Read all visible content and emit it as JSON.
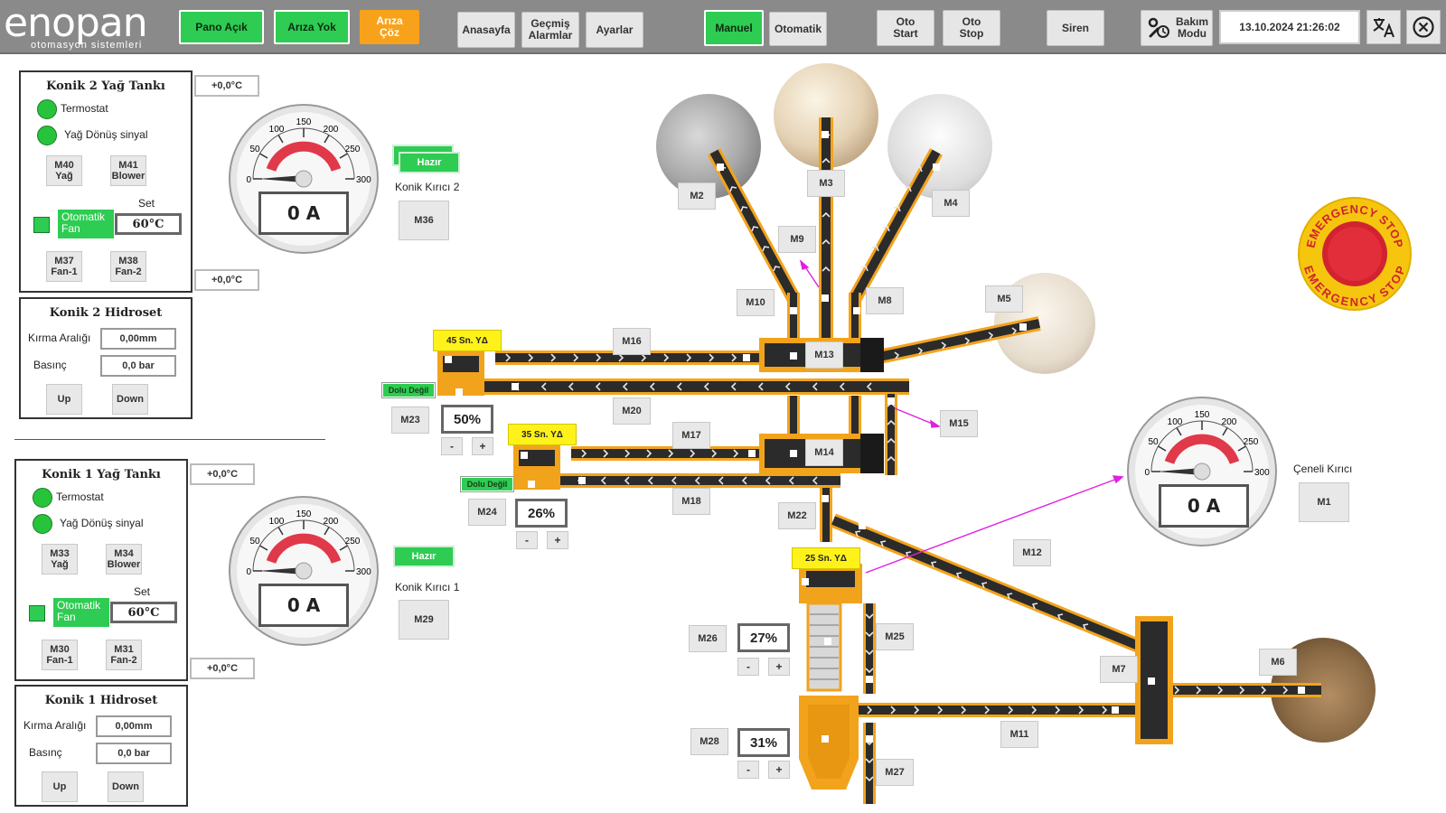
{
  "header": {
    "logo_text": "enopan",
    "logo_subtext": "otomasyon sistemleri",
    "pano": "Pano Açık",
    "ariza": "Arıza Yok",
    "ariza_coz_1": "Arıza",
    "ariza_coz_2": "Çöz",
    "anasayfa": "Anasayfa",
    "gecmis_1": "Geçmiş",
    "gecmis_2": "Alarmlar",
    "ayarlar": "Ayarlar",
    "manuel": "Manuel",
    "otomatik": "Otomatik",
    "oto_start_1": "Oto",
    "oto_start_2": "Start",
    "oto_stop_1": "Oto",
    "oto_stop_2": "Stop",
    "siren": "Siren",
    "bakim_1": "Bakım",
    "bakim_2": "Modu",
    "datetime": "13.10.2024 21:26:02",
    "translate_icon": "translate-icon",
    "close_icon": "close-icon"
  },
  "k2_tank": {
    "title": "Konik 2 Yağ Tankı",
    "termostat": "Termostat",
    "yag_donus": "Yağ Dönüş sinyal",
    "m40_1": "M40",
    "m40_2": "Yağ",
    "m41_1": "M41",
    "m41_2": "Blower",
    "set": "Set",
    "oto_fan_1": "Otomatik",
    "oto_fan_2": "Fan",
    "set_value": "60°C",
    "m37_1": "M37",
    "m37_2": "Fan-1",
    "m38_1": "M38",
    "m38_2": "Fan-2",
    "temp_top": "+0,0°C",
    "temp_bottom": "+0,0°C"
  },
  "k2_hidro": {
    "title": "Konik 2 Hidroset",
    "kirma": "Kırma Aralığı",
    "kirma_val": "0,00mm",
    "basinc": "Basınç",
    "basinc_val": "0,0 bar",
    "up": "Up",
    "down": "Down"
  },
  "k1_tank": {
    "title": "Konik 1 Yağ Tankı",
    "termostat": "Termostat",
    "yag_donus": "Yağ Dönüş sinyal",
    "m33_1": "M33",
    "m33_2": "Yağ",
    "m34_1": "M34",
    "m34_2": "Blower",
    "set": "Set",
    "oto_fan_1": "Otomatik",
    "oto_fan_2": "Fan",
    "set_value": "60°C",
    "m30_1": "M30",
    "m30_2": "Fan-1",
    "m31_1": "M31",
    "m31_2": "Fan-2",
    "temp_top": "+0,0°C",
    "temp_bottom": "+0,0°C"
  },
  "k1_hidro": {
    "title": "Konik 1 Hidroset",
    "kirma": "Kırma Aralığı",
    "kirma_val": "0,00mm",
    "basinc": "Basınç",
    "basinc_val": "0,0 bar",
    "up": "Up",
    "down": "Down"
  },
  "gauges": {
    "ticks": [
      "0",
      "50",
      "100",
      "150",
      "200",
      "250",
      "300"
    ],
    "g1_value": "0 A",
    "g2_value": "0 A",
    "g3_value": "0 A"
  },
  "crushers": {
    "konik2_status": "Hazır",
    "konik2_label": "Konik Kırıcı 2",
    "m36": "M36",
    "konik1_status": "Hazır",
    "konik1_label": "Konik Kırıcı 1",
    "m29": "M29",
    "ceneli_label": "Çeneli Kırıcı",
    "m1": "M1"
  },
  "flow": {
    "m2": "M2",
    "m3": "M3",
    "m4": "M4",
    "m5": "M5",
    "m6": "M6",
    "m7": "M7",
    "m8": "M8",
    "m9": "M9",
    "m10": "M10",
    "m11": "M11",
    "m12": "M12",
    "m13": "M13",
    "m14": "M14",
    "m15": "M15",
    "m16": "M16",
    "m17": "M17",
    "m18": "M18",
    "m20": "M20",
    "m22": "M22",
    "m23": "M23",
    "m24": "M24",
    "m25": "M25",
    "m26": "M26",
    "m27": "M27",
    "m28": "M28",
    "tag45": "45 Sn. YΔ",
    "tag35": "35 Sn. YΔ",
    "tag25": "25 Sn. YΔ",
    "dolu1": "Dolu Değil",
    "dolu2": "Dolu Değil",
    "pct_m23": "50%",
    "pct_m24": "26%",
    "pct_m26": "27%",
    "pct_m28": "31%",
    "minus": "-",
    "plus": "+"
  },
  "estop": {
    "text": "EMERGENCY STOP"
  },
  "colors": {
    "green": "#2ecc52",
    "orange": "#f7a21a",
    "conveyor": "#f2a31c",
    "belt": "#2b2b2b",
    "gauge_red": "#e0394a"
  }
}
